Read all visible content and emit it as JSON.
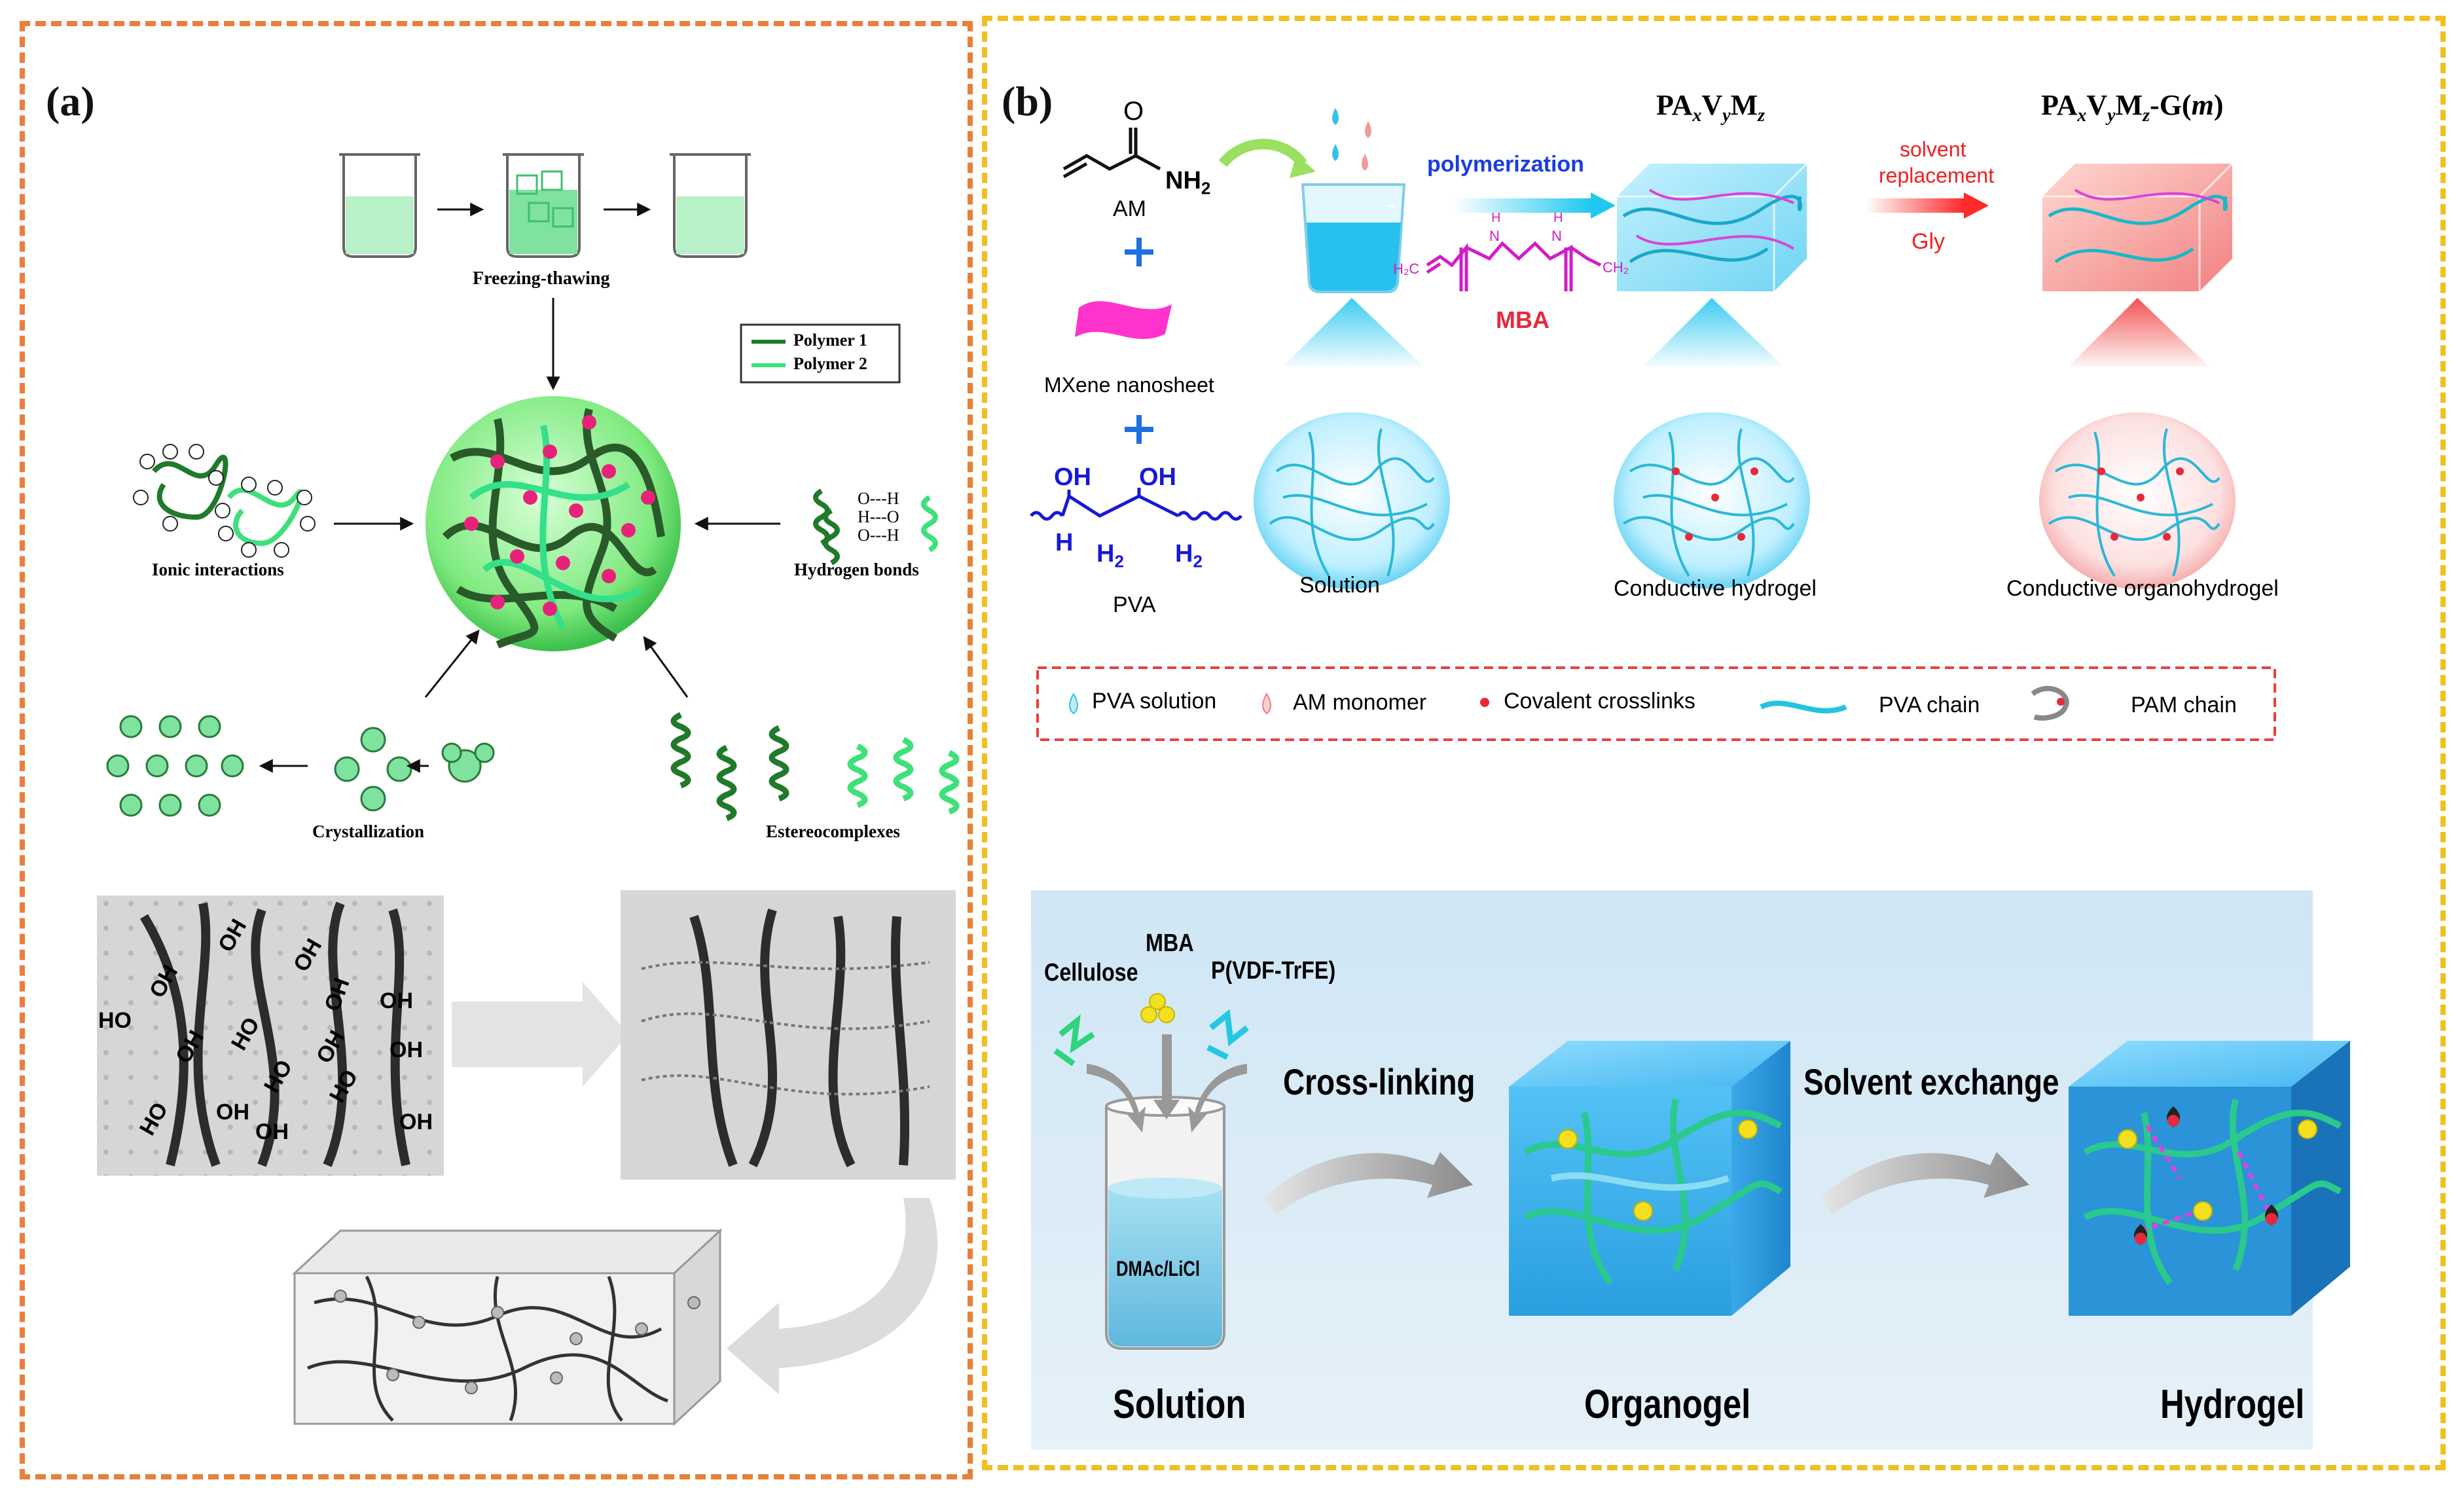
{
  "panel_a": {
    "label": "(a)",
    "freezing_thawing": "Freezing-thawing",
    "legend": {
      "polymer1": "Polymer 1",
      "polymer2": "Polymer 2",
      "color1": "#1f7a2a",
      "color2": "#3ee07a"
    },
    "ionic_interactions": "Ionic interactions",
    "hydrogen_bonds": "Hydrogen bonds",
    "hbond_lines": [
      "O---H",
      "H---O",
      "O---H"
    ],
    "crystallization": "Crystallization",
    "estereocomplexes": "Estereocomplexes",
    "oh_labels": [
      "OH",
      "OH",
      "OH",
      "HO",
      "OH",
      "OH",
      "OH",
      "HO",
      "OH",
      "OH",
      "HO",
      "HO",
      "OH",
      "OH",
      "OH",
      "HO"
    ]
  },
  "panel_b": {
    "label": "(b)",
    "am": "AM",
    "am_group": "NH",
    "am_sub": "2",
    "plus": "+",
    "mxene": "MXene nanosheet",
    "pva": "PVA",
    "pva_oh": "OH",
    "pva_h": "H",
    "pva_h2": "H",
    "pva_h2_sub": "2",
    "polymerization": "polymerization",
    "mba": "MBA",
    "mba_h2c": "H₂C",
    "mba_ch2": "CH₂",
    "mba_nh": "H",
    "mba_n": "N",
    "pa_xvymz": "PAxVyMz",
    "pa_xvymz_g": "PAxVyMz-G(m)",
    "solvent_replacement_1": "solvent",
    "solvent_replacement_2": "replacement",
    "gly": "Gly",
    "solution": "Solution",
    "conductive_hydrogel": "Conductive hydrogel",
    "conductive_organohydrogel": "Conductive organohydrogel",
    "legend": {
      "pva_solution": "PVA solution",
      "am_monomer": "AM monomer",
      "covalent_crosslinks": "Covalent crosslinks",
      "pva_chain": "PVA chain",
      "pam_chain": "PAM chain"
    },
    "lower": {
      "cellulose": "Cellulose",
      "mba": "MBA",
      "pvdf": "P(VDF-TrFE)",
      "dmac": "DMAc/LiCl",
      "cross_linking": "Cross-linking",
      "solvent_exchange": "Solvent exchange",
      "solution": "Solution",
      "organogel": "Organogel",
      "hydrogel": "Hydrogel"
    }
  }
}
